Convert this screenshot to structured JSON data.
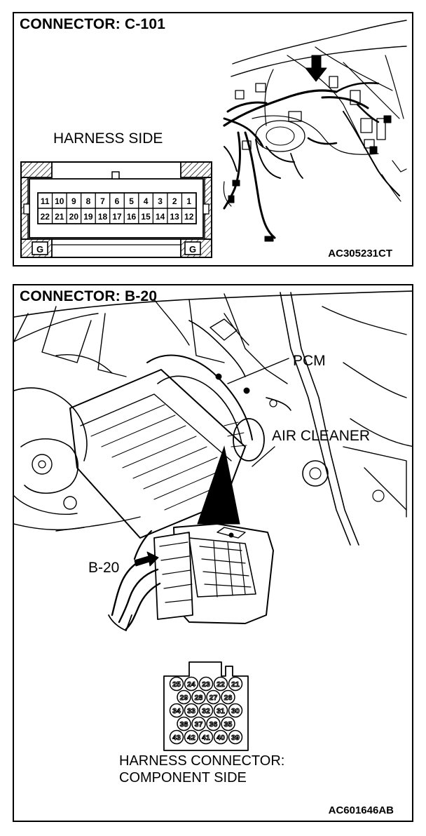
{
  "connector_c101": {
    "title": "CONNECTOR: C-101",
    "side_label": "HARNESS SIDE",
    "pins_top": [
      "11",
      "10",
      "9",
      "8",
      "7",
      "6",
      "5",
      "4",
      "3",
      "2",
      "1"
    ],
    "pins_bottom": [
      "22",
      "21",
      "20",
      "19",
      "18",
      "17",
      "16",
      "15",
      "14",
      "13",
      "12"
    ],
    "ground_marks": [
      "G",
      "G"
    ],
    "code": "AC305231CT"
  },
  "connector_b20": {
    "title": "CONNECTOR: B-20",
    "pcm_label": "PCM",
    "air_cleaner_label": "AIR CLEANER",
    "b20_label": "B-20",
    "pin_rows": [
      [
        "25",
        "24",
        "23",
        "22",
        "21"
      ],
      [
        "29",
        "28",
        "27",
        "26"
      ],
      [
        "34",
        "33",
        "32",
        "31",
        "30"
      ],
      [
        "38",
        "37",
        "36",
        "35"
      ],
      [
        "43",
        "42",
        "41",
        "40",
        "39"
      ]
    ],
    "caption_line1": "HARNESS CONNECTOR:",
    "caption_line2": "COMPONENT SIDE",
    "code": "AC601646AB"
  }
}
